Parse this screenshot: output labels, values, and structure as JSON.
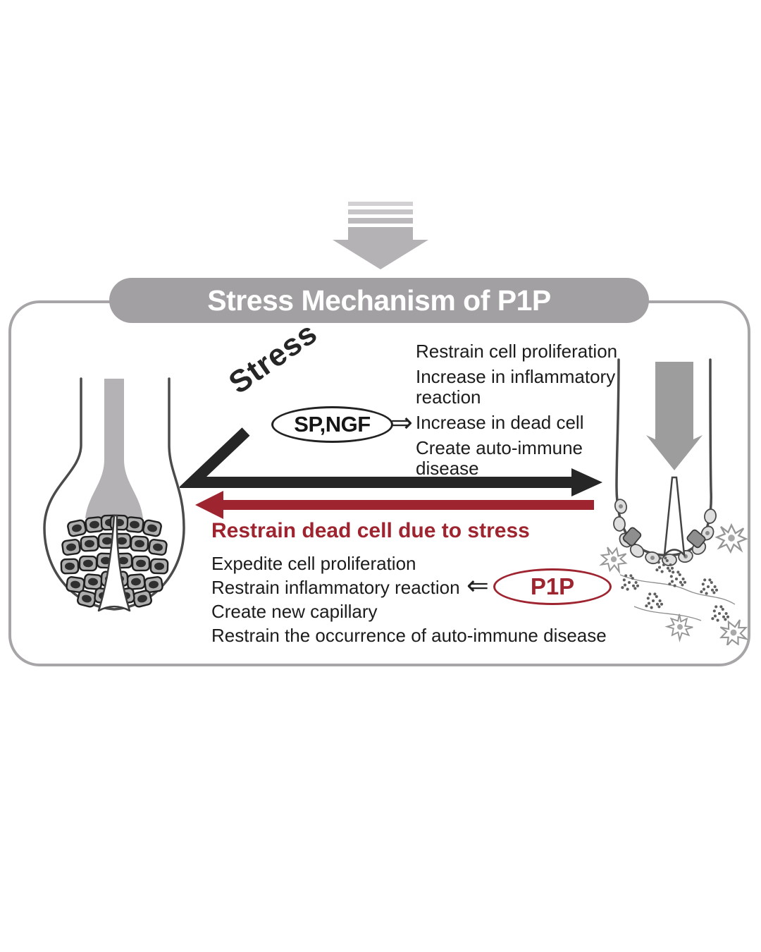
{
  "title": "Stress Mechanism of P1P",
  "stress_label": "Stress",
  "mediator": {
    "label": "SP,NGF",
    "arrow_right": "⇒"
  },
  "stress_effects": [
    "Restrain cell proliferation",
    "Increase in inflammatory reaction",
    "Increase in dead cell",
    "Create auto-immune disease"
  ],
  "recovery_headline": "Restrain dead cell due to stress",
  "p1p": {
    "label": "P1P",
    "arrow_left": "⇐"
  },
  "p1p_effects": [
    "Expedite cell proliferation",
    "Restrain inflammatory reaction",
    "Create new capillary",
    "Restrain the occurrence of auto-immune disease"
  ],
  "colors": {
    "accent_red": "#9e2430",
    "banner_gray": "#a3a0a3",
    "arrow_black": "#262626"
  }
}
